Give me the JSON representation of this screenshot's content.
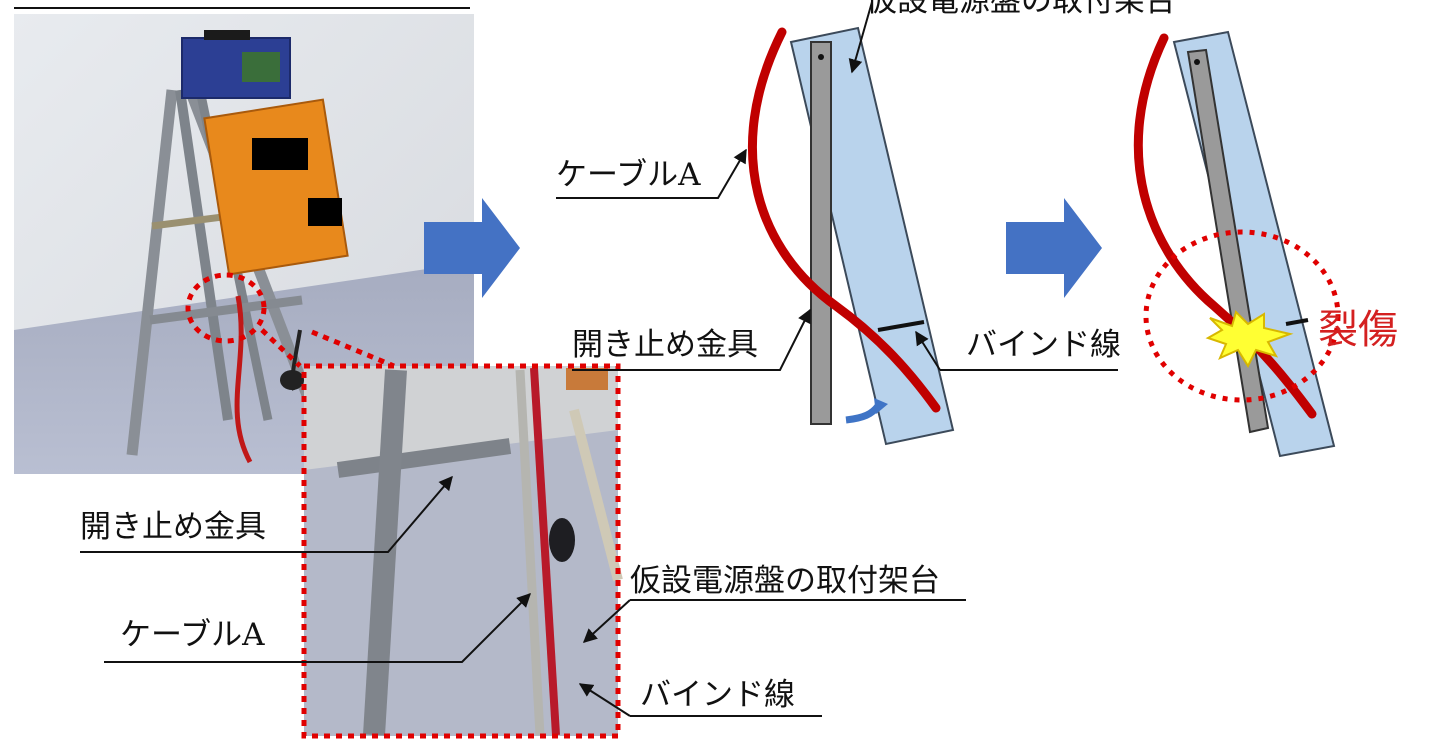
{
  "labels": {
    "photo_left_bracket": "開き止め金具",
    "photo_left_cable": "ケーブルA",
    "photo_right_frame": "仮設電源盤の取付架台",
    "photo_right_bind": "バインド線",
    "diag_frame": "仮設電源盤の取付架台",
    "diag_cable": "ケーブルA",
    "diag_bracket": "開き止め金具",
    "diag_bind": "バインド線",
    "diag_injury": "裂傷"
  },
  "colors": {
    "cable": "#c00000",
    "frame_fill": "#b9d3ec",
    "frame_stroke": "#3c4a5a",
    "bracket_fill": "#9a9a9a",
    "arrow_blue": "#4472c4",
    "dotted_red": "#e00000",
    "injury_fill": "#ffff33",
    "text": "#111111"
  },
  "icons": [
    "right-arrow-icon",
    "right-arrow-icon",
    "rotate-arrow-icon",
    "burst-icon"
  ]
}
